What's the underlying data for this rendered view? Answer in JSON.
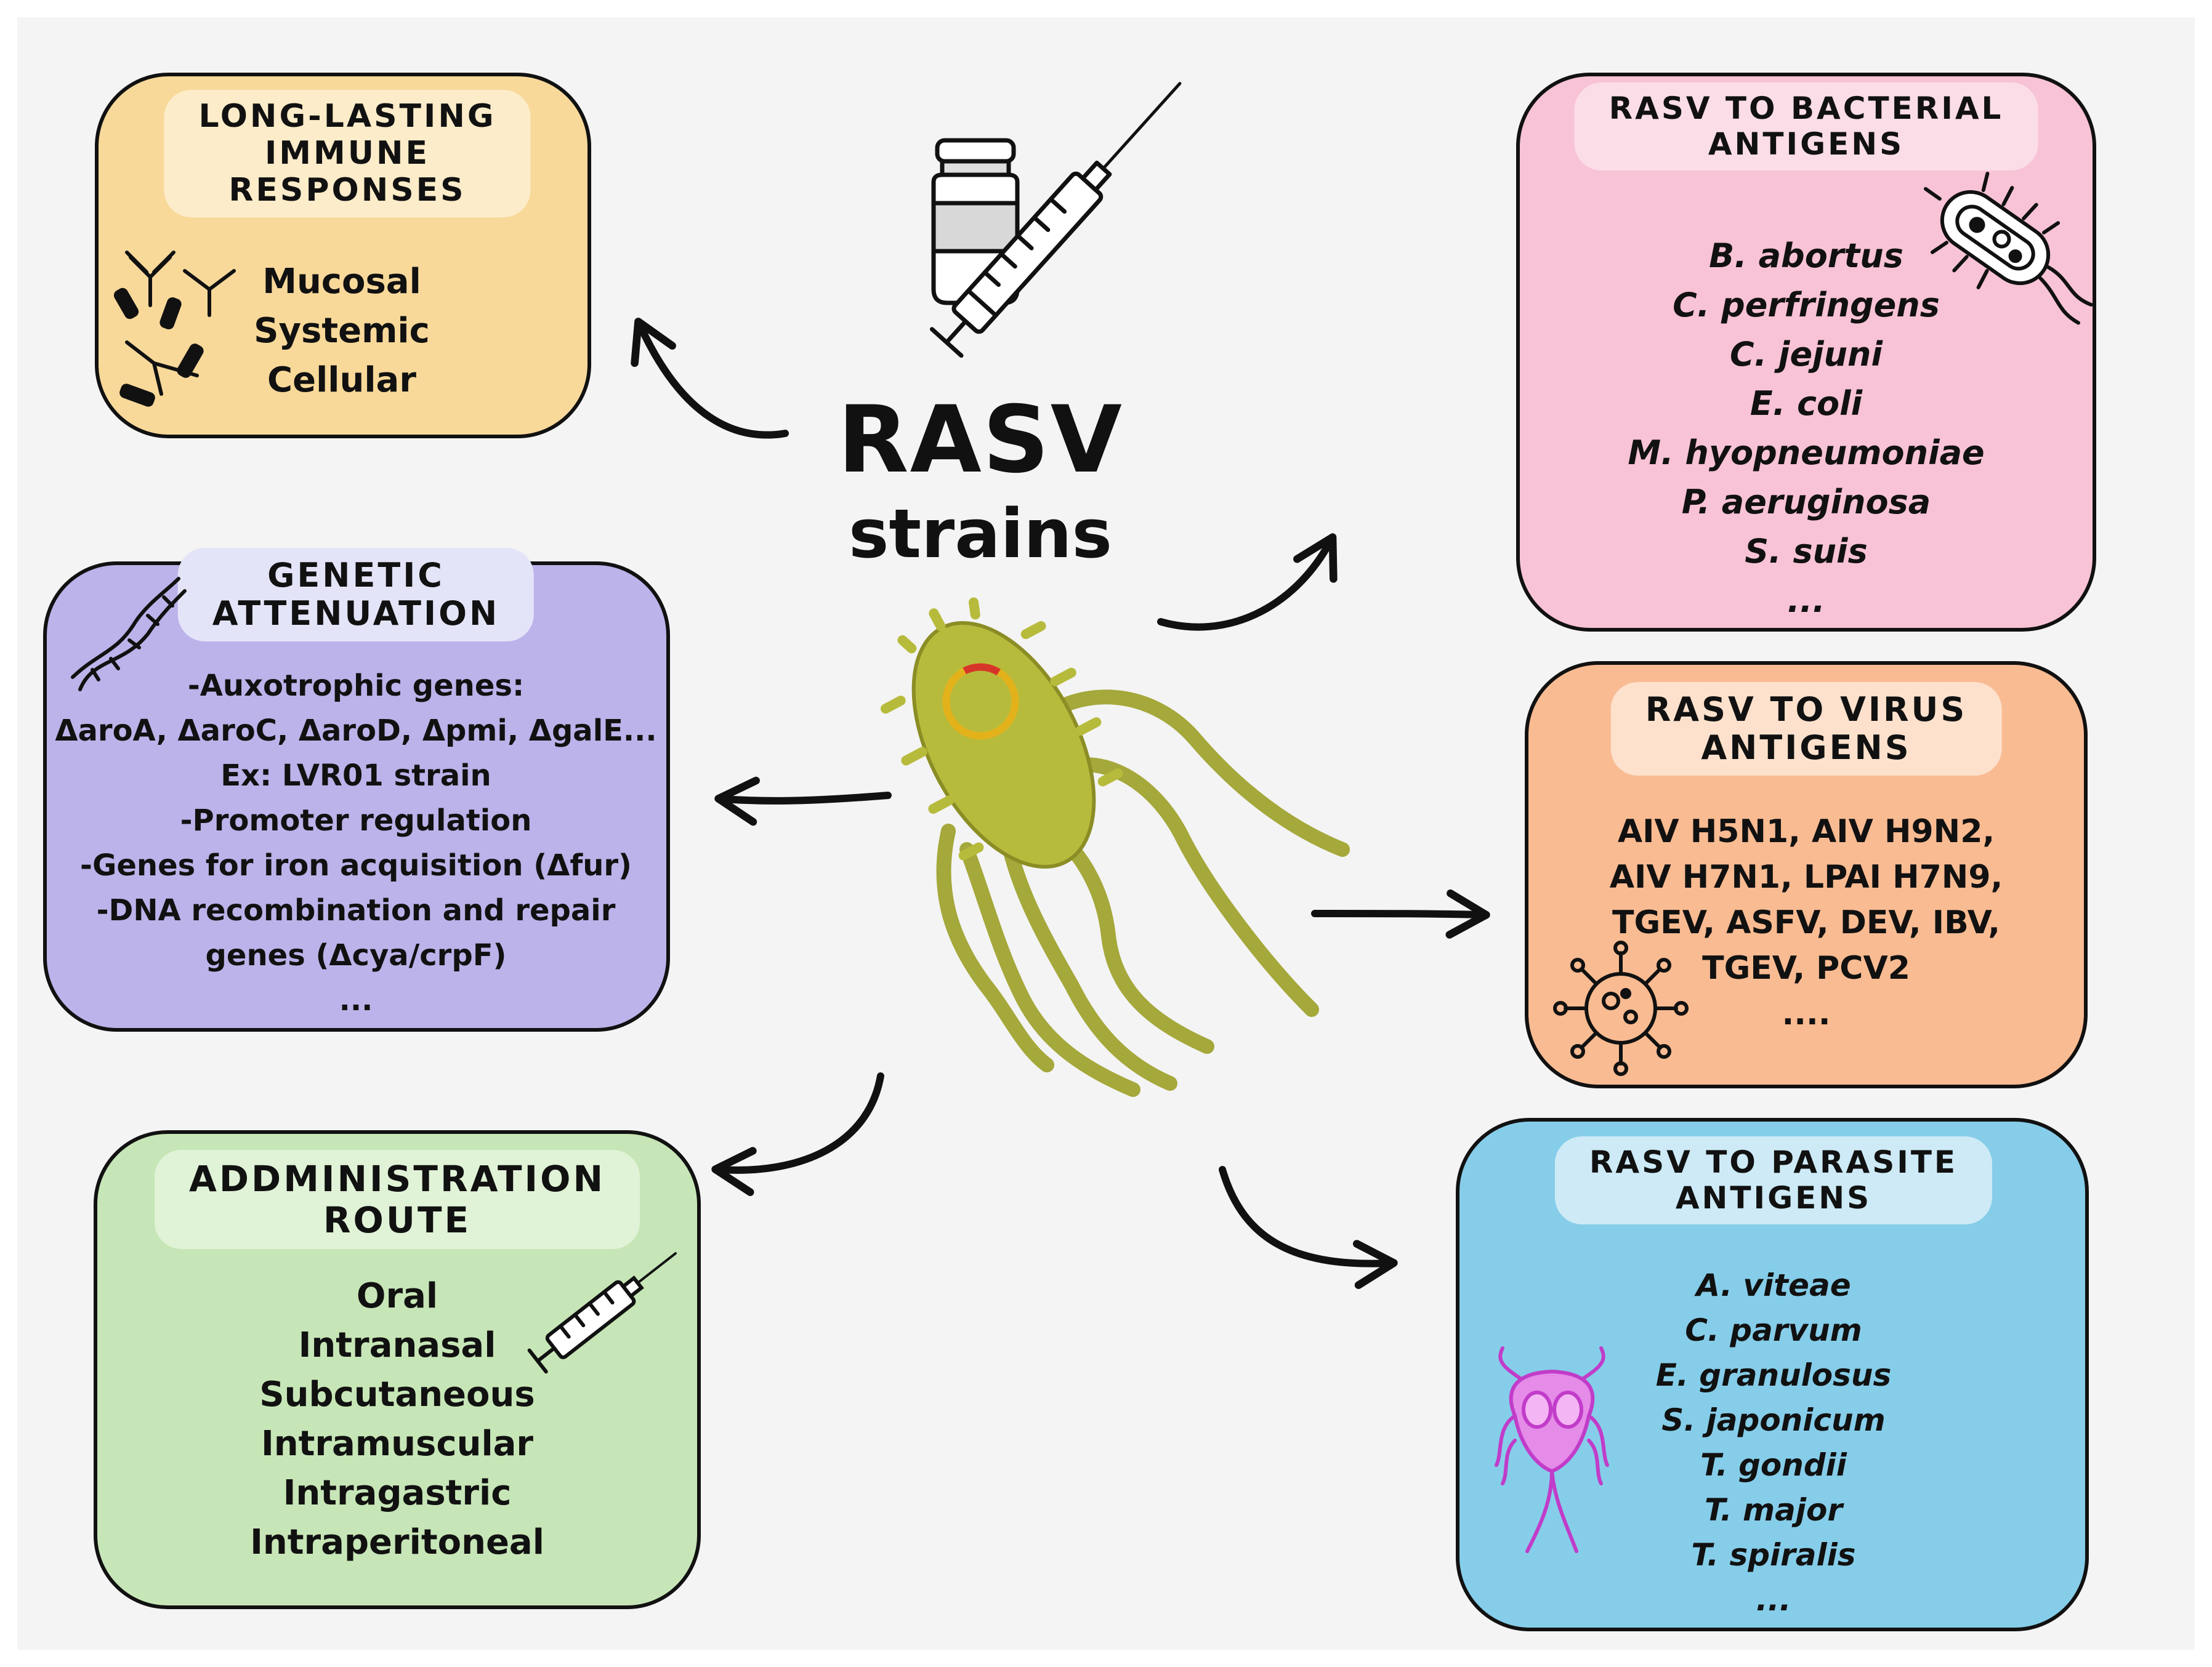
{
  "center": {
    "title": "RASV",
    "subtitle": "strains"
  },
  "immune": {
    "title_lines": [
      "LONG-LASTING",
      "IMMUNE",
      "RESPONSES"
    ],
    "items": [
      "Mucosal",
      "Systemic",
      "Cellular"
    ]
  },
  "genetic": {
    "title_lines": [
      "GENETIC",
      "ATTENUATION"
    ],
    "items": [
      "-Auxotrophic genes:",
      "ΔaroA, ΔaroC, ΔaroD, Δpmi, ΔgalE...",
      "Ex: LVR01 strain",
      "-Promoter regulation",
      "-Genes for iron  acquisition (Δfur)",
      "-DNA recombination and repair",
      "genes (Δcya/crpF)",
      "..."
    ]
  },
  "route": {
    "title_lines": [
      "ADDMINISTRATION",
      "ROUTE"
    ],
    "items": [
      "Oral",
      "Intranasal",
      "Subcutaneous",
      "Intramuscular",
      "Intragastric",
      "Intraperitoneal"
    ]
  },
  "bacterial": {
    "title_lines": [
      "RASV TO BACTERIAL",
      "ANTIGENS"
    ],
    "items": [
      "B. abortus",
      "C. perfringens",
      "C. jejuni",
      "E. coli",
      "M. hyopneumoniae",
      "P. aeruginosa",
      "S. suis",
      "..."
    ]
  },
  "virus": {
    "title_lines": [
      "RASV TO VIRUS",
      "ANTIGENS"
    ],
    "items": [
      "AIV H5N1, AIV H9N2,",
      "AIV H7N1, LPAI H7N9,",
      "TGEV, ASFV, DEV, IBV,",
      "TGEV, PCV2",
      "...."
    ]
  },
  "parasite": {
    "title_lines": [
      "RASV TO PARASITE",
      "ANTIGENS"
    ],
    "items": [
      "A. viteae",
      "C. parvum",
      "E. granulosus",
      "S. japonicum",
      "T. gondii",
      "T. major",
      "T. spiralis",
      "..."
    ]
  },
  "icons": [
    "vaccine-vial-syringe-icon",
    "antibody-icon",
    "dna-icon",
    "syringe-icon",
    "bacterium-icon",
    "virus-icon",
    "parasite-icon",
    "salmonella-bacterium-icon"
  ],
  "colors": {
    "immune": "#f8d99a",
    "genetic": "#bcb3ea",
    "route": "#c7e6b7",
    "bacterial": "#f8c3d6",
    "virus": "#f9bb92",
    "parasite": "#86cde9",
    "bacterium_body": "#b7bb3c"
  }
}
